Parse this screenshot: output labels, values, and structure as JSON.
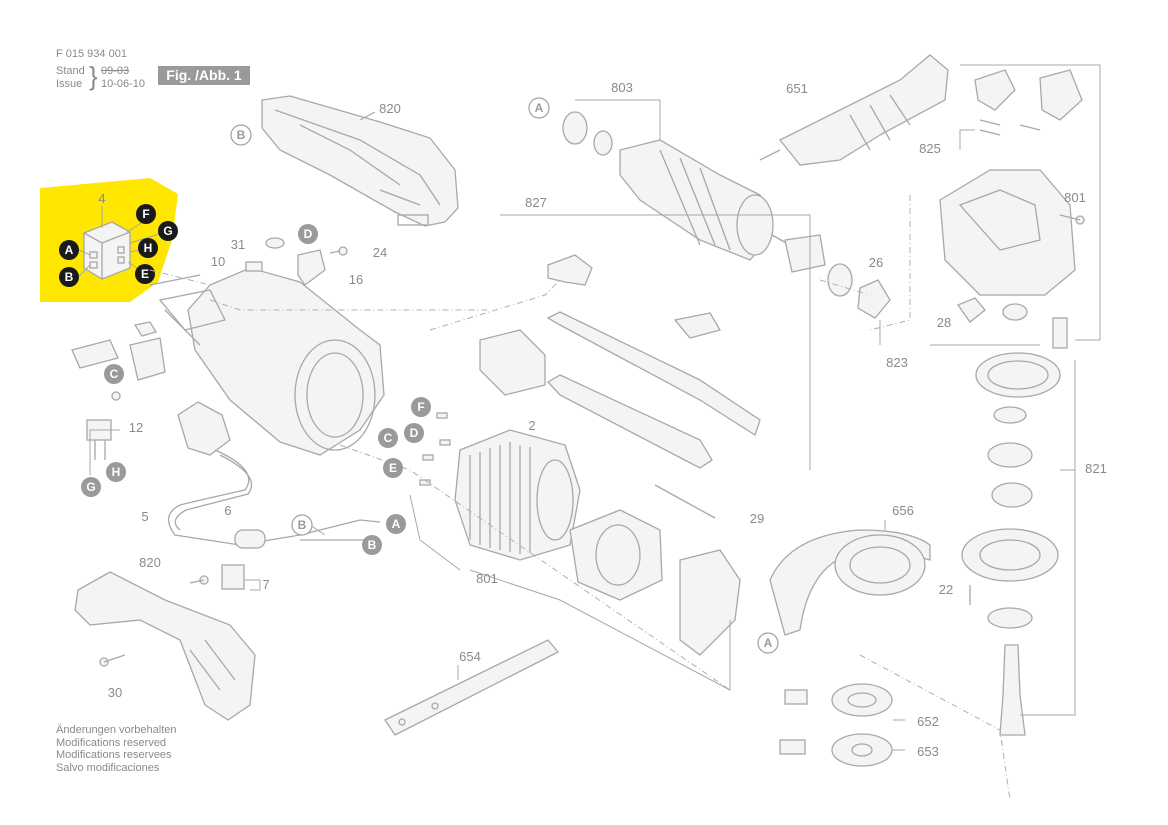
{
  "header": {
    "doc_number": "F 015 934 001",
    "stand_label": "Stand",
    "issue_label": "Issue",
    "old_date": "09-03",
    "date": "10-06-10",
    "figure_label": "Fig. /Abb. 1"
  },
  "notes": [
    "Änderungen vorbehalten",
    "Modifications reserved",
    "Modifications reservees",
    "Salvo modificaciones"
  ],
  "highlight": {
    "color": "#ffe600",
    "part": "4"
  },
  "parts": {
    "p820a": "820",
    "p820b": "820",
    "p803": "803",
    "p651": "651",
    "p825": "825",
    "p801a": "801",
    "p801b": "801",
    "p827": "827",
    "p4": "4",
    "p31": "31",
    "p24": "24",
    "p10": "10",
    "p16": "16",
    "p26": "26",
    "p28": "28",
    "p823": "823",
    "p12": "12",
    "p2": "2",
    "p821": "821",
    "p5": "5",
    "p6": "6",
    "p29": "29",
    "p656": "656",
    "p7": "7",
    "p22": "22",
    "p30": "30",
    "p654": "654",
    "p652": "652",
    "p653": "653"
  },
  "connectors": {
    "A": "A",
    "B": "B",
    "C": "C",
    "D": "D",
    "E": "E",
    "F": "F",
    "G": "G",
    "H": "H"
  },
  "icons": [
    "switch-icon",
    "motor-housing-icon",
    "armature-icon",
    "stator-icon",
    "gear-head-icon",
    "handle-icon",
    "guard-icon",
    "flange-icon",
    "wrench-icon",
    "cable-plug-icon"
  ]
}
